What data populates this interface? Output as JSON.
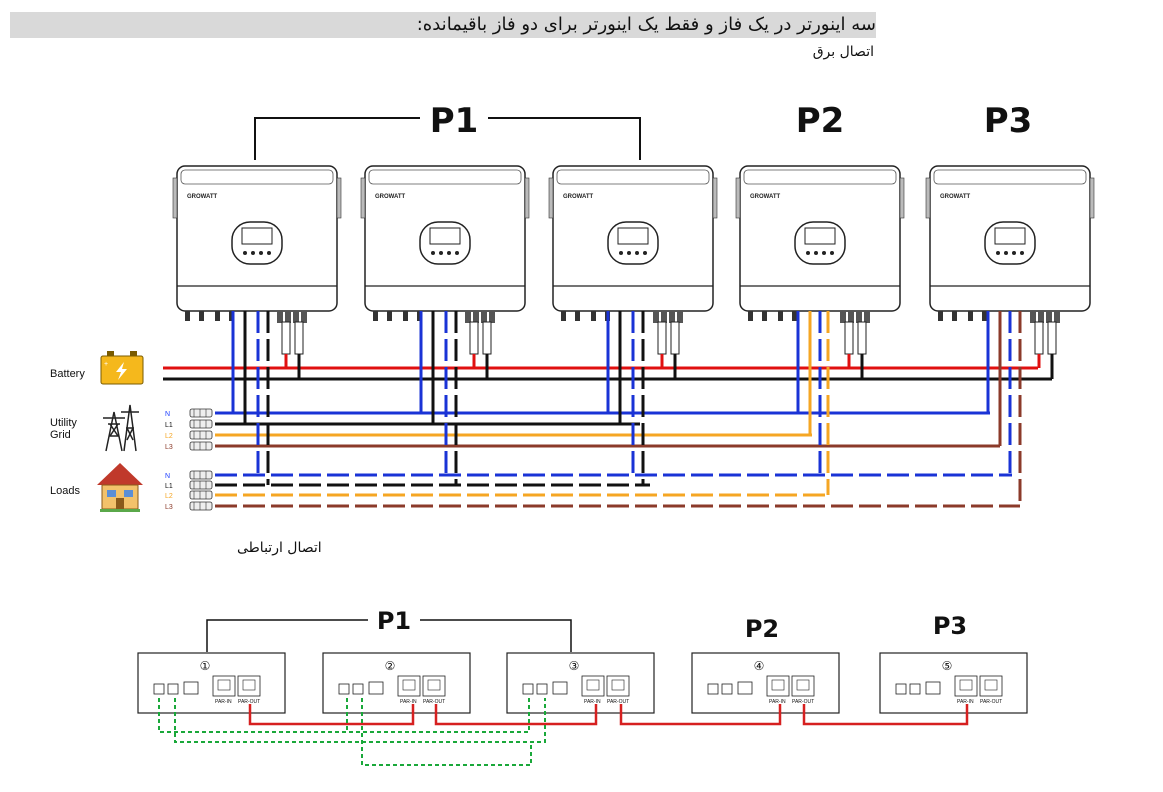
{
  "heading": "سه اینورتر در یک فاز و فقط یک اینورتر برای دو فاز باقیمانده:",
  "power_section_label": "اتصال برق",
  "comm_section_label": "اتصال ارتباطی",
  "power_diagram": {
    "groups": [
      "P1",
      "P2",
      "P3"
    ],
    "inverter_brand": "GROWATT",
    "sources": [
      {
        "label": "Battery",
        "icon": "battery-icon"
      },
      {
        "label_line1": "Utility",
        "label_line2": "Grid",
        "icon": "utility-grid-tower-icon"
      },
      {
        "label": "Loads",
        "icon": "house-loads-icon"
      }
    ],
    "line_labels": [
      "N",
      "L1",
      "L2",
      "L3"
    ],
    "wire_colors": {
      "battery_pos": "#e01010",
      "battery_neg": "#111111",
      "N": "#1a33d6",
      "L1": "#111111",
      "L2": "#f5a623",
      "L3": "#8b3a2a"
    }
  },
  "comm_diagram": {
    "groups": [
      "P1",
      "P2",
      "P3"
    ],
    "units": [
      "①",
      "②",
      "③",
      "④",
      "⑤"
    ],
    "port_labels": [
      "PAR-IN",
      "PAR-OUT"
    ],
    "wire_colors": {
      "parallel": "#d62020",
      "share": "#1aa83a"
    }
  }
}
